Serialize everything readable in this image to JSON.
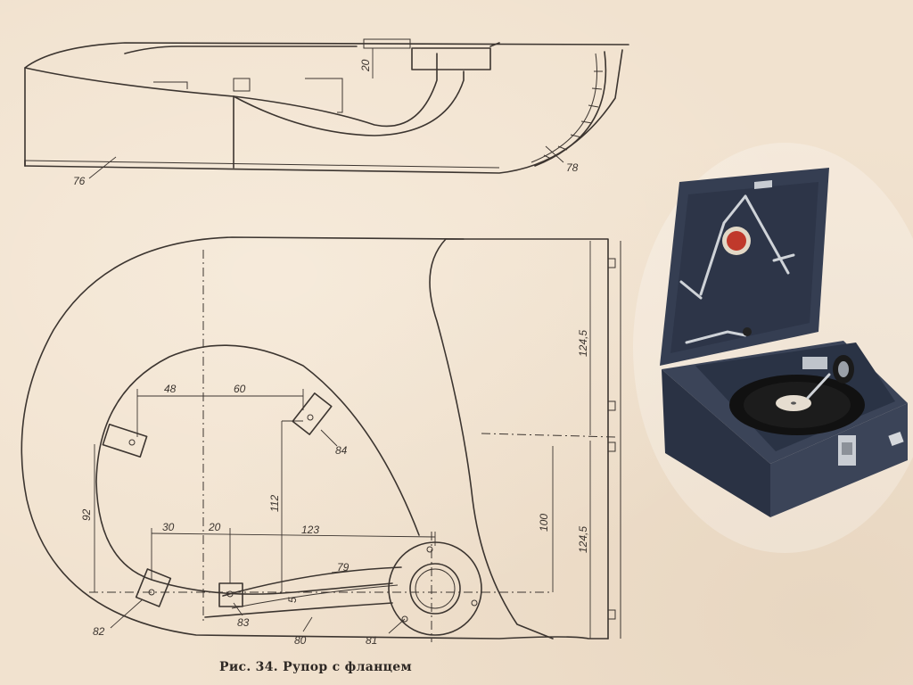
{
  "caption": "Рис. 34. Рупор с фланцем",
  "top_view": {
    "dim_20": "20",
    "part_76": "76",
    "part_78": "78"
  },
  "plan_view": {
    "dim_48": "48",
    "dim_60": "60",
    "dim_92": "92",
    "dim_112": "112",
    "dim_30": "30",
    "dim_20": "20",
    "dim_123": "123",
    "dim_5": "5",
    "dim_100": "100",
    "dim_124_5_top": "124,5",
    "dim_124_5_bottom": "124,5",
    "part_79": "79",
    "part_80": "80",
    "part_81": "81",
    "part_82": "82",
    "part_83": "83",
    "part_84": "84"
  },
  "colors": {
    "paper": "#f1e2cf",
    "ink": "#3c3530",
    "case_blue": "#3b4458"
  },
  "photo": {
    "subject": "portable gramophone",
    "icon": "gramophone-photo"
  }
}
